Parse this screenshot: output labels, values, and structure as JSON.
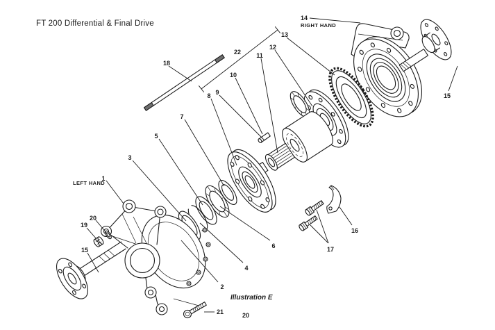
{
  "colors": {
    "background": "#ffffff",
    "ink": "#1a1a1a"
  },
  "page": {
    "title": "FT 200 Differential & Final Drive",
    "illustration_caption": "Illustration E",
    "page_number": "20"
  },
  "labels": {
    "left_hand": "LEFT HAND",
    "right_hand": "RIGHT HAND"
  },
  "callouts": {
    "1": "1",
    "2": "2",
    "3": "3",
    "4": "4",
    "5": "5",
    "6": "6",
    "7": "7",
    "8": "8",
    "9": "9",
    "10": "10",
    "11": "11",
    "12": "12",
    "13": "13",
    "14": "14",
    "15": "15",
    "16": "16",
    "17": "17",
    "18": "18",
    "19": "19",
    "20": "20",
    "21": "21",
    "22": "22"
  }
}
